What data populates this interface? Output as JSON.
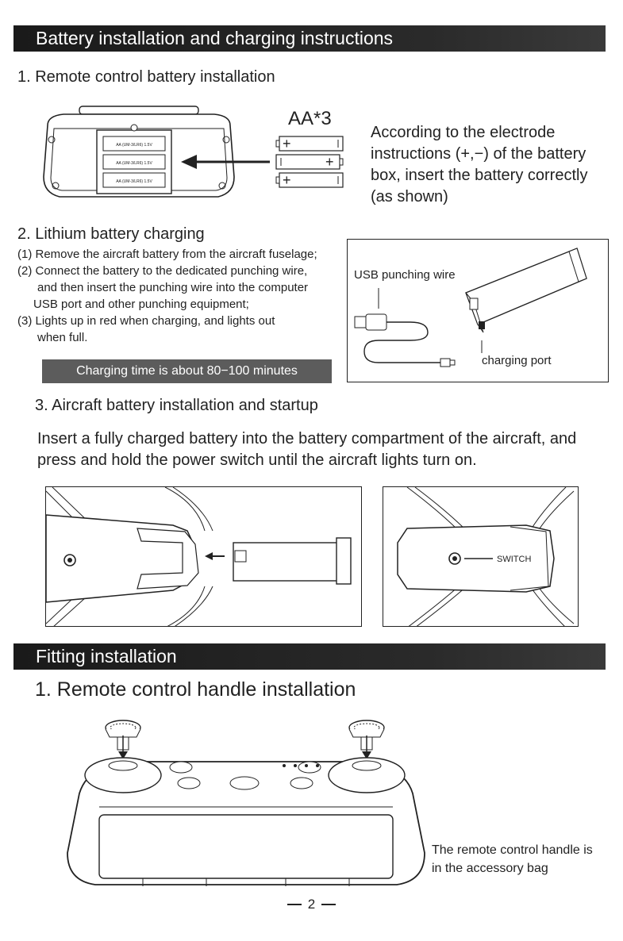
{
  "section1": {
    "banner": "Battery installation and charging instructions",
    "step1": {
      "title": "1. Remote control battery installation",
      "battery_label": "AA*3",
      "instruction": [
        "According to the electrode",
        "instructions (+,−) of the battery",
        "box, insert the battery correctly",
        "(as shown)"
      ],
      "compartment_label": "AA (UM-3/LR6) 1.5V"
    },
    "step2": {
      "title": "2. Lithium battery charging",
      "lines": [
        "(1) Remove the aircraft battery from the aircraft fuselage;",
        "(2) Connect the battery to the dedicated punching wire,",
        "and then insert the punching wire into the computer",
        "USB port and other punching equipment;",
        "(3) Lights up in red when charging, and lights out",
        "when full."
      ],
      "charging_time": "Charging time is about 80−100 minutes",
      "usb_label": "USB punching wire",
      "port_label": "charging port"
    },
    "step3": {
      "title": "3. Aircraft battery installation and startup",
      "instruction": [
        "Insert a fully charged battery into the battery compartment of the aircraft, and",
        "press and hold the power switch until the aircraft lights turn on."
      ],
      "switch_label": "SWITCH"
    }
  },
  "section2": {
    "banner": "Fitting installation",
    "step1": {
      "title": "1. Remote control handle installation",
      "note": [
        "The remote control handle is",
        "in the accessory bag"
      ]
    }
  },
  "page_number": "2"
}
